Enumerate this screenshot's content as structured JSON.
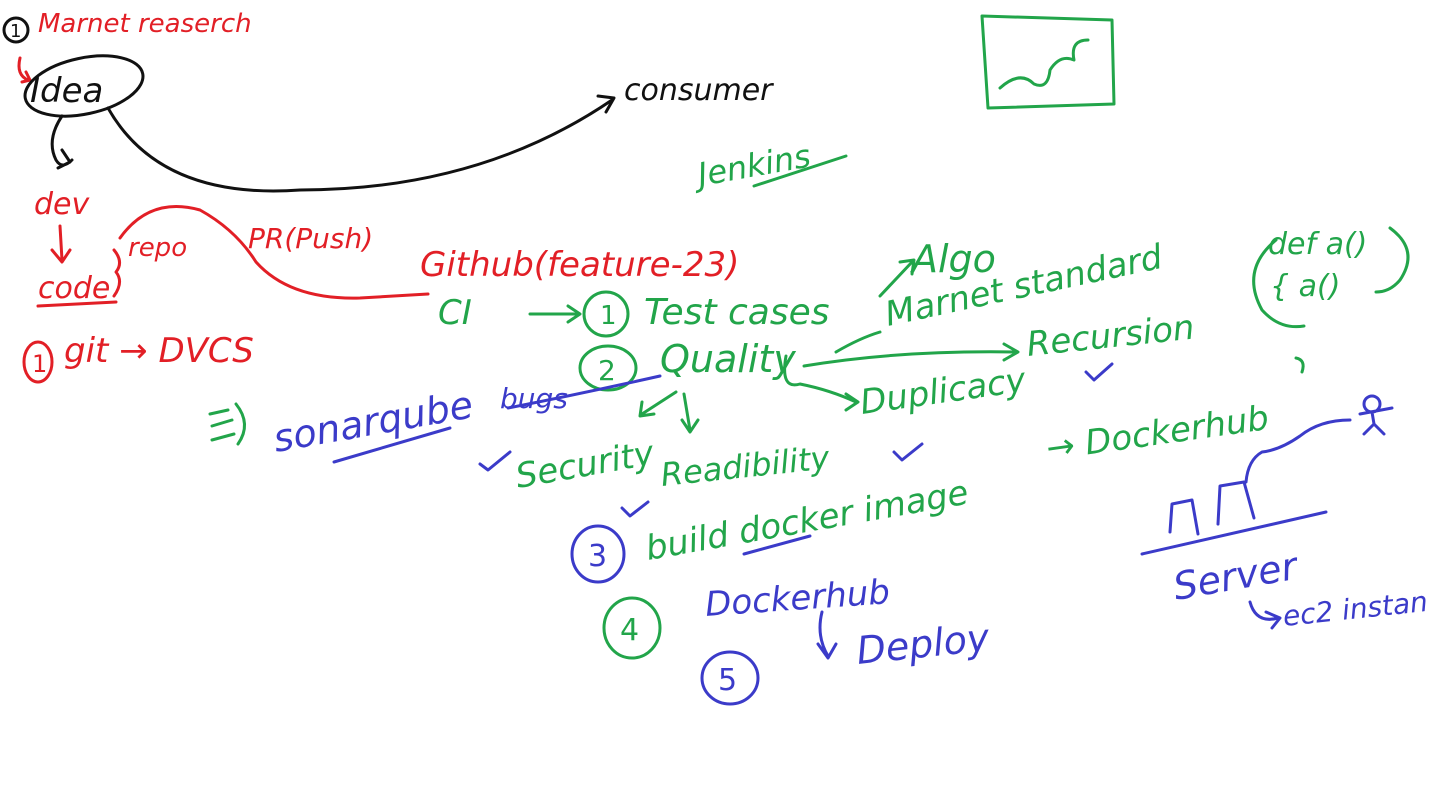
{
  "colors": {
    "red": "#e21f26",
    "green": "#22a54a",
    "blue": "#3b3bc9",
    "black": "#111111",
    "background": "#ffffff"
  },
  "labels": {
    "market_num": "1",
    "market_research": "Marnet reaserch",
    "idea": "Idea",
    "consumer": "consumer",
    "dev": "dev",
    "code": "code",
    "repo": "repo",
    "pr": "PR(Push)",
    "github": "Github(feature-23)",
    "git_num": "1",
    "git_dvcs": "git → DVCS",
    "jenkins": "Jenkins",
    "ci": "CI",
    "test_num": "1",
    "test_cases": "Test cases",
    "algo": "Algo",
    "market_standard": "Marnet standard",
    "def_a": "def a()",
    "a_call": "{ a()",
    "quality_num": "2",
    "quality": "Quality",
    "recursion": "Recursion",
    "bugs": "bugs",
    "sonarqube": "sonarqube",
    "security": "Security",
    "readability": "Readibility",
    "duplicacy": "Duplicacy",
    "build_num": "3",
    "build_docker": "build docker image",
    "dockerhub_arrow": "→ Dockerhub",
    "dockerhub_num": "4",
    "dockerhub": "Dockerhub",
    "deploy_num": "5",
    "deploy": "Deploy",
    "server": "Server",
    "ec2": "ec2 instan"
  }
}
